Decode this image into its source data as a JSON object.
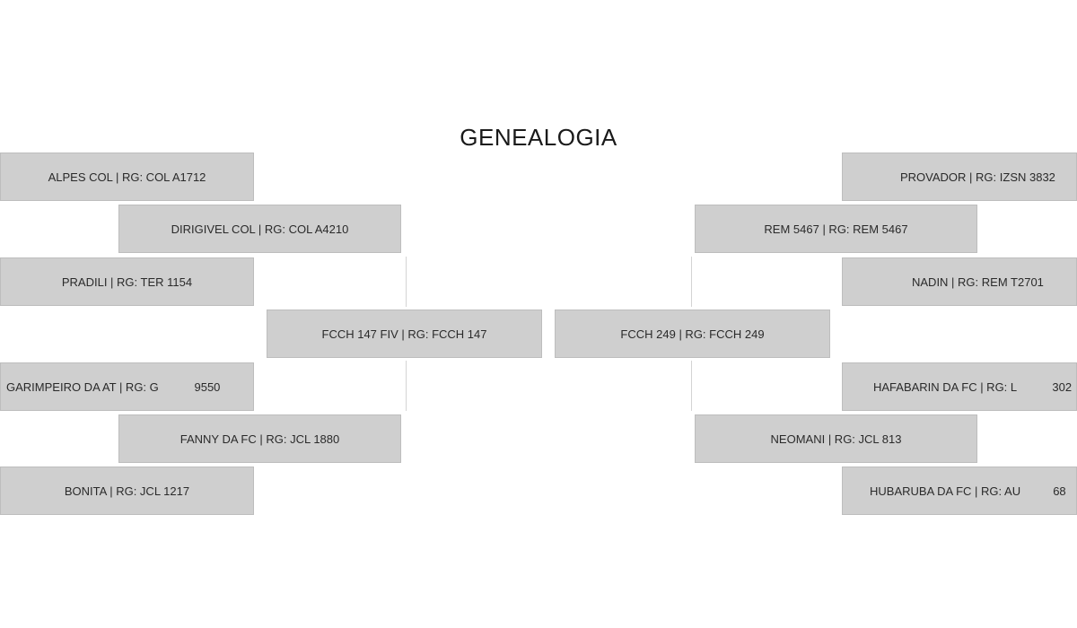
{
  "title": "GENEALOGIA",
  "sire_side": {
    "sire": {
      "label": "FCCH 147 FIV | RG: FCCH 147"
    },
    "grandsire": {
      "label": "DIRIGIVEL COL | RG: COL A4210"
    },
    "granddam": {
      "label": "FANNY DA FC | RG: JCL 1880"
    },
    "great_grandsire_1": {
      "label": "ALPES COL | RG: COL A1712"
    },
    "great_granddam_1": {
      "label": "PRADILI | RG: TER 1154"
    },
    "great_grandsire_2": {
      "label": "GARIMPEIRO DA AT | RG: G           9550"
    },
    "great_granddam_2": {
      "label": "BONITA | RG: JCL 1217"
    }
  },
  "dam_side": {
    "dam": {
      "label": "FCCH 249 | RG: FCCH 249"
    },
    "grandsire": {
      "label": "REM 5467 | RG: REM 5467"
    },
    "granddam": {
      "label": "NEOMANI | RG: JCL 813"
    },
    "great_grandsire_1": {
      "label": "PROVADOR | RG: IZSN 3832"
    },
    "great_granddam_1": {
      "label": "NADIN | RG: REM T2701"
    },
    "great_grandsire_2": {
      "label": "HAFABARIN DA FC | RG: L           302"
    },
    "great_granddam_2": {
      "label": "HUBARUBA DA FC | RG: AU          68"
    }
  },
  "colors": {
    "box_fill": "#cfcfcf",
    "box_border": "#bdbdbd",
    "text": "#2a2a2a",
    "connector": "#d4d4d4"
  }
}
